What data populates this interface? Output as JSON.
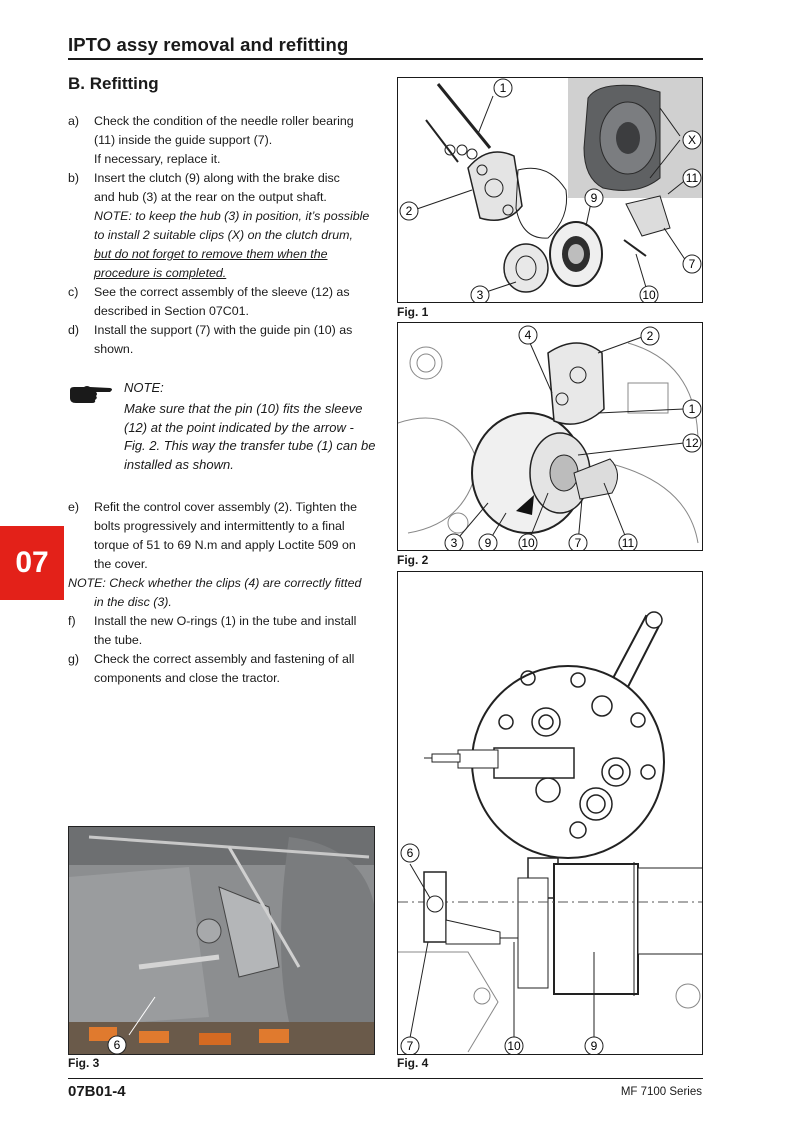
{
  "header": {
    "title": "IPTO assy removal and refitting"
  },
  "section": {
    "heading": "B. Refitting"
  },
  "steps": [
    {
      "letter": "a)",
      "lines": [
        "Check the condition of the needle roller bearing",
        "(11) inside the guide support (7).",
        "If necessary, replace it."
      ]
    },
    {
      "letter": "b)",
      "lines": [
        "Insert the clutch (9) along with the brake disc",
        "and hub (3) at the rear on the output shaft."
      ],
      "note_lines": [
        "NOTE: to keep the hub (3) in position, it’s possible",
        "to install 2 suitable clips (X) on the clutch drum,"
      ],
      "note_underlined": [
        "but do not forget to remove them when the",
        "procedure is completed."
      ]
    },
    {
      "letter": "c)",
      "lines": [
        "See the correct assembly of the sleeve (12) as",
        "described in Section 07C01."
      ]
    },
    {
      "letter": "d)",
      "lines": [
        "Install the support (7) with the guide pin (10) as",
        "shown."
      ]
    }
  ],
  "hand_note": {
    "label": "NOTE:",
    "text": "Make sure that the pin (10) fits the sleeve (12) at the point indicated by the arrow - Fig. 2. This way the transfer tube (1) can be installed as shown."
  },
  "steps2": [
    {
      "letter": "e)",
      "lines": [
        "Refit the control cover assembly (2). Tighten the",
        "bolts progressively and intermittently to a final",
        "torque of 51 to 69 N.m and apply Loctite 509 on",
        "the cover."
      ]
    },
    {
      "note": true,
      "lines": [
        "NOTE: Check whether the clips (4) are correctly fitted",
        "in the disc (3)."
      ]
    },
    {
      "letter": "f)",
      "lines": [
        "Install the new O-rings (1) in the tube and install",
        "the tube."
      ]
    },
    {
      "letter": "g)",
      "lines": [
        "Check the correct assembly and fastening of all",
        "components and close the tractor."
      ]
    }
  ],
  "chapter_tab": "07",
  "figures": {
    "fig1": {
      "caption": "Fig. 1",
      "callouts": [
        "1",
        "X",
        "11",
        "9",
        "2",
        "7",
        "3",
        "10"
      ]
    },
    "fig2": {
      "caption": "Fig. 2",
      "callouts": [
        "4",
        "2",
        "1",
        "12",
        "3",
        "9",
        "10",
        "7",
        "11"
      ]
    },
    "fig3": {
      "caption": "Fig. 3",
      "callouts": [
        "6"
      ]
    },
    "fig4": {
      "caption": "Fig. 4",
      "callouts": [
        "6",
        "7",
        "10",
        "9"
      ]
    }
  },
  "footer": {
    "page_number": "07B01-4",
    "series": "MF 7100 Series"
  },
  "colors": {
    "accent_red": "#e32119",
    "text": "#1a1a1a",
    "photo_gray": "#8c8e90"
  },
  "icons": {
    "note": "pointing-hand-icon"
  }
}
